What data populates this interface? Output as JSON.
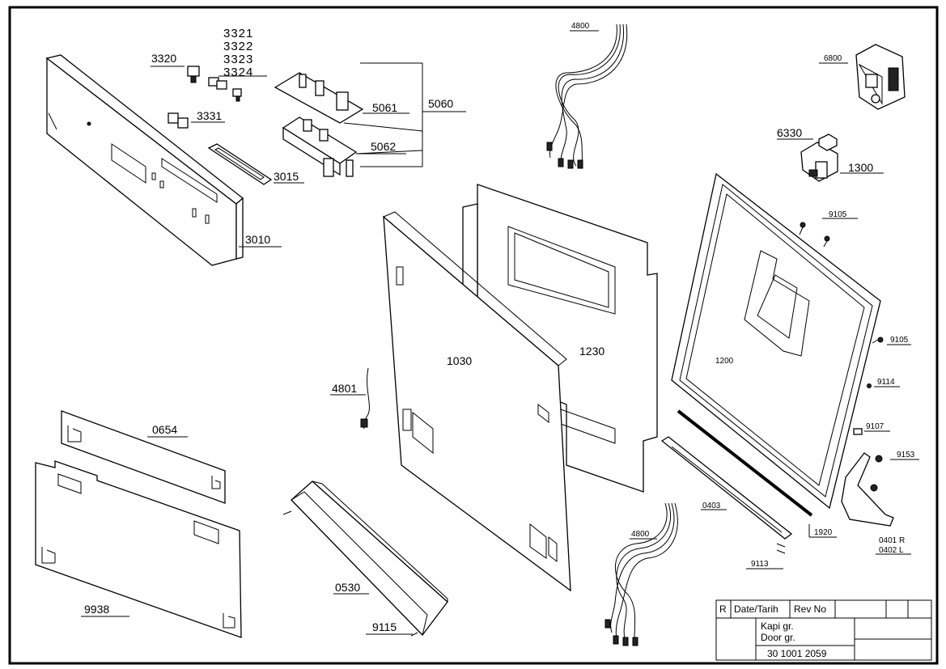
{
  "labels": {
    "p3321": "3321",
    "p3322": "3322",
    "p3323": "3323",
    "p3324": "3324",
    "p3320": "3320",
    "p3331": "3331",
    "p5060": "5060",
    "p5061": "5061",
    "p5062": "5062",
    "p3015": "3015",
    "p3010": "3010",
    "p4800a": "4800",
    "p4800b": "4800",
    "p4801": "4801",
    "p6800": "6800",
    "p6330": "6330",
    "p1300": "1300",
    "p9105a": "9105",
    "p9105b": "9105",
    "p1230": "1230",
    "p1030": "1030",
    "p1200": "1200",
    "p9114": "9114",
    "p9107": "9107",
    "p9153": "9153",
    "p0654": "0654",
    "p9938": "9938",
    "p0530": "0530",
    "p9115": "9115",
    "p0403": "0403",
    "p1920": "1920",
    "p9113": "9113",
    "p0401": "0401 R",
    "p0402": "0402 L"
  },
  "title_block": {
    "col_r": "R",
    "col_date": "Date/Tarih",
    "col_rev": "Rev No",
    "title_tr": "Kapi gr.",
    "title_en": "Door gr.",
    "doc_number": "30 1001 2059"
  }
}
